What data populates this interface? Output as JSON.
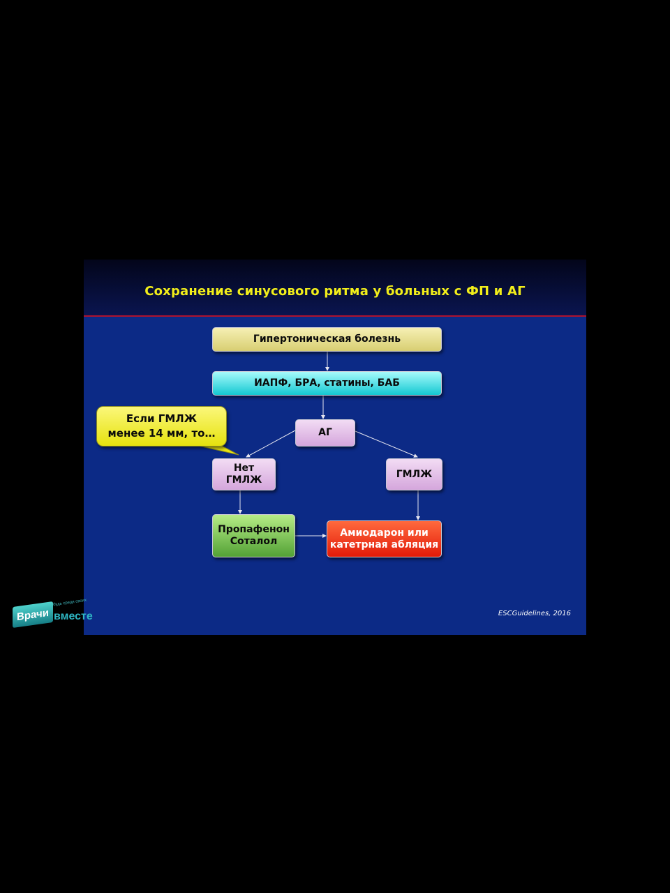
{
  "slide": {
    "title": "Сохранение  синусового ритма у больных  с ФП и АГ",
    "citation": "ESCGuidelines, 2016"
  },
  "flowchart": {
    "hypertension": "Гипертоническая болезнь",
    "drugs": "ИАПФ, БРА, статины, БАБ",
    "ag": "АГ",
    "no_lvh_line1": "Нет",
    "no_lvh_line2": "ГМЛЖ",
    "lvh": "ГМЛЖ",
    "propafenone_line1": "Пропафенон",
    "propafenone_line2": "Соталол",
    "amiodarone_line1": "Амиодарон или",
    "amiodarone_line2": "катетрная абляция"
  },
  "callout": {
    "line1": "Если ГМЛЖ",
    "line2": "менее 14 мм, то…"
  },
  "watermark": {
    "brand_badge": "Врачи",
    "brand_word": "вместе",
    "tagline": "будь среди своих"
  }
}
